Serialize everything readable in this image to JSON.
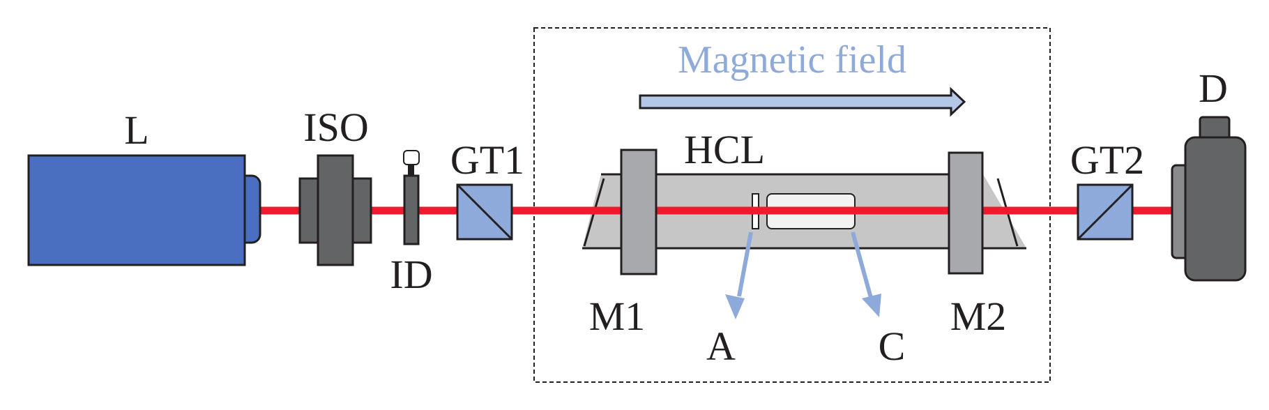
{
  "labels": {
    "laser": "L",
    "isolator": "ISO",
    "iris": "ID",
    "polarizer_in": "GT1",
    "lamp": "HCL",
    "mirror_in": "M1",
    "mirror_out": "M2",
    "polarizer_out": "GT2",
    "detector": "D",
    "anode": "A",
    "cathode": "C",
    "field": "Magnetic field"
  },
  "colors": {
    "beam": "#ec1c2e",
    "laser_body": "#4a6fc0",
    "field": "#8eaadb",
    "polarizer": "#8eaadb",
    "outline": "#231f20"
  }
}
